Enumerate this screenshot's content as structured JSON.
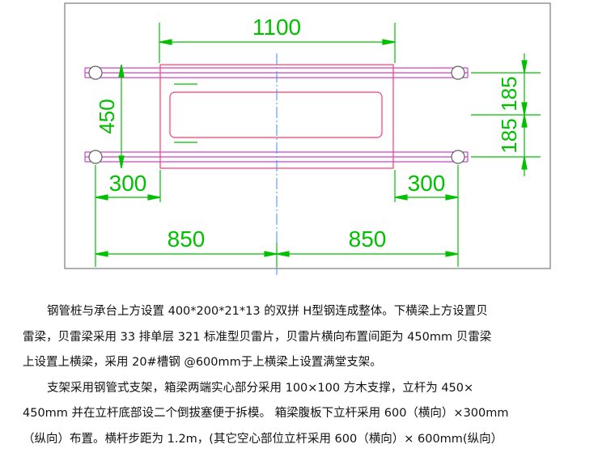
{
  "drawing": {
    "dims": {
      "top": "1100",
      "left_height": "450",
      "right_top": "185",
      "right_bottom": "185",
      "left_overhang": "300",
      "right_overhang": "300",
      "bottom_left": "850",
      "bottom_right": "850"
    },
    "colors": {
      "dimension": "#00c000",
      "outline": "#ff3a6e",
      "beam": "#cc44cc",
      "centerline": "#3a8cff",
      "frame": "#606060"
    }
  },
  "text": {
    "lines": [
      "钢管桩与承台上方设置  400*200*21*13 的双拼 H型钢连成整体。下横梁上方设置贝",
      "雷梁，贝雷梁采用  33 排单层 321 标准型贝雷片，贝雷片横向布置间距为   450mm 贝雷梁",
      "上设置上横梁，采用  20#槽钢 @600mm于上横梁上设置满堂支架。",
      "支架采用钢管式支架，箱梁两端实心部分采用   100×100 方木支撑，立杆为  450×",
      "450mm 并在立杆底部设二个倒拔塞便于拆模。  箱梁腹板下立杆采用  600（横向）×300mm",
      "（纵向）布置。横杆步距为   1.2m，(其它空心部位立杆采用  600（横向）× 600mm(纵向）"
    ]
  }
}
